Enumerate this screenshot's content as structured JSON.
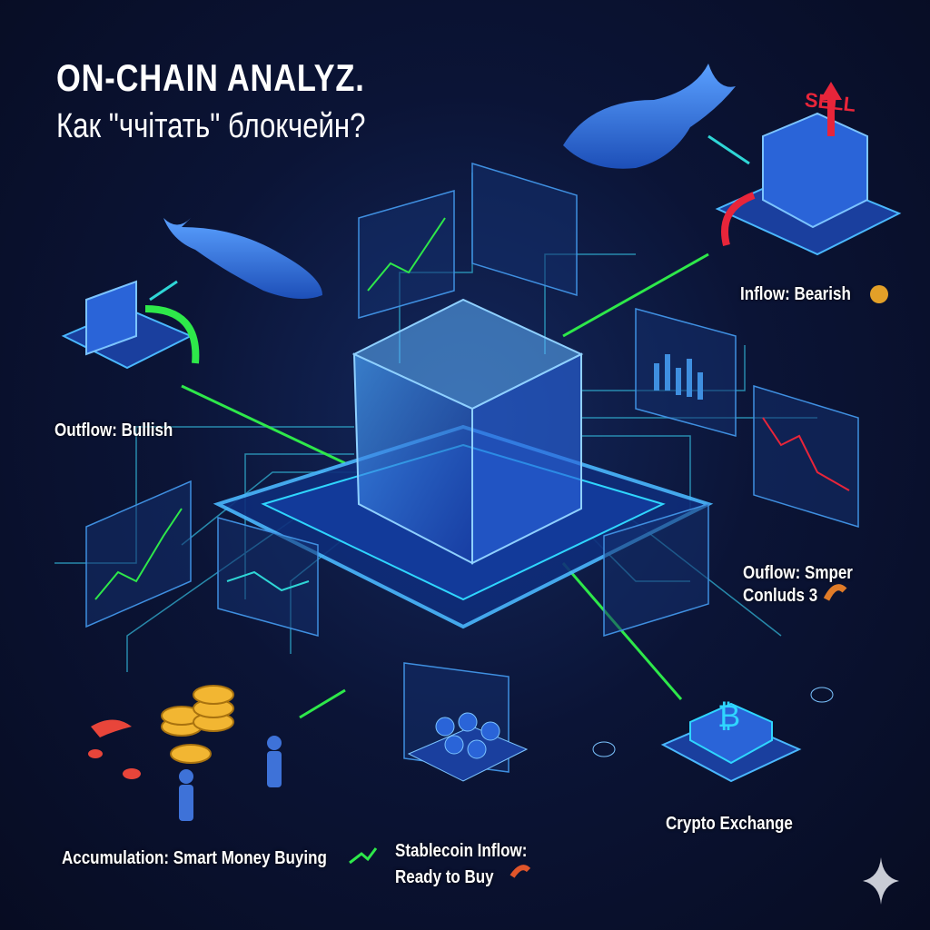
{
  "header": {
    "title": "ON-CHAIN ANALYZ.",
    "subtitle": "Как \"ччітать\" блокчейн?"
  },
  "labels": {
    "outflow_bullish": "Outflow: Bullish",
    "inflow_bearish": "Inflow: Bearish",
    "outflow_smper_1": "Ouflow: Smper",
    "outflow_smper_2": "Conluds 3",
    "accumulation": "Accumulation: Smart Money Buying",
    "stablecoin_1": "Stablecoin Inflow:",
    "stablecoin_2": "Ready to Buy",
    "crypto_exchange": "Crypto Exchange",
    "sell": "SELL"
  },
  "icons": [
    "whale-icon",
    "bear-icon",
    "shrimp-icon",
    "crab-icon",
    "bitcoin-icon",
    "coin-stack-icon",
    "trend-up-icon",
    "sparkle-icon"
  ],
  "colors": {
    "accent_blue": "#3a8bff",
    "cyan": "#2fd6d6",
    "green": "#2ee84a",
    "red": "#e8253a",
    "gold": "#f2b632"
  }
}
